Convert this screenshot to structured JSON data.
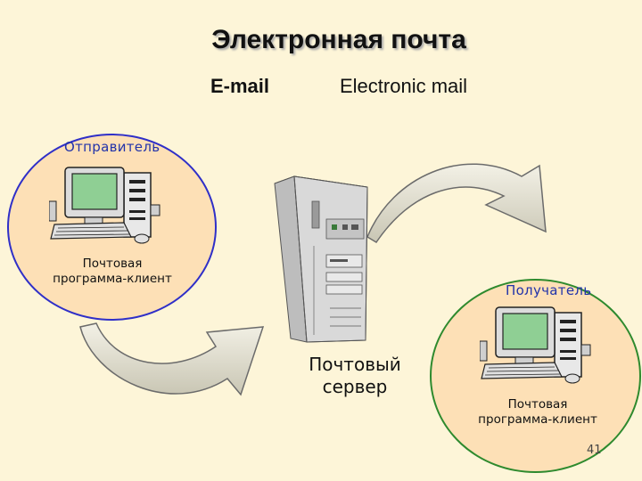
{
  "title": "Электронная  почта",
  "subtitle": {
    "left": "E-mail",
    "right": "Electronic mail"
  },
  "sender": {
    "role": "Отправитель",
    "client_line1": "Почтовая",
    "client_line2": "программа-клиент"
  },
  "recipient": {
    "role": "Получатель",
    "client_line1": "Почтовая",
    "client_line2": "программа-клиент"
  },
  "server": {
    "line1": "Почтовый",
    "line2": "сервер"
  },
  "page_number": "41",
  "colors": {
    "background": "#fdf5d8",
    "circle_fill": "#fde0b6",
    "sender_border": "#2f2fc8",
    "recipient_border": "#2e8a2e",
    "role_text": "#2233aa",
    "monitor_screen": "#8fcf94"
  }
}
